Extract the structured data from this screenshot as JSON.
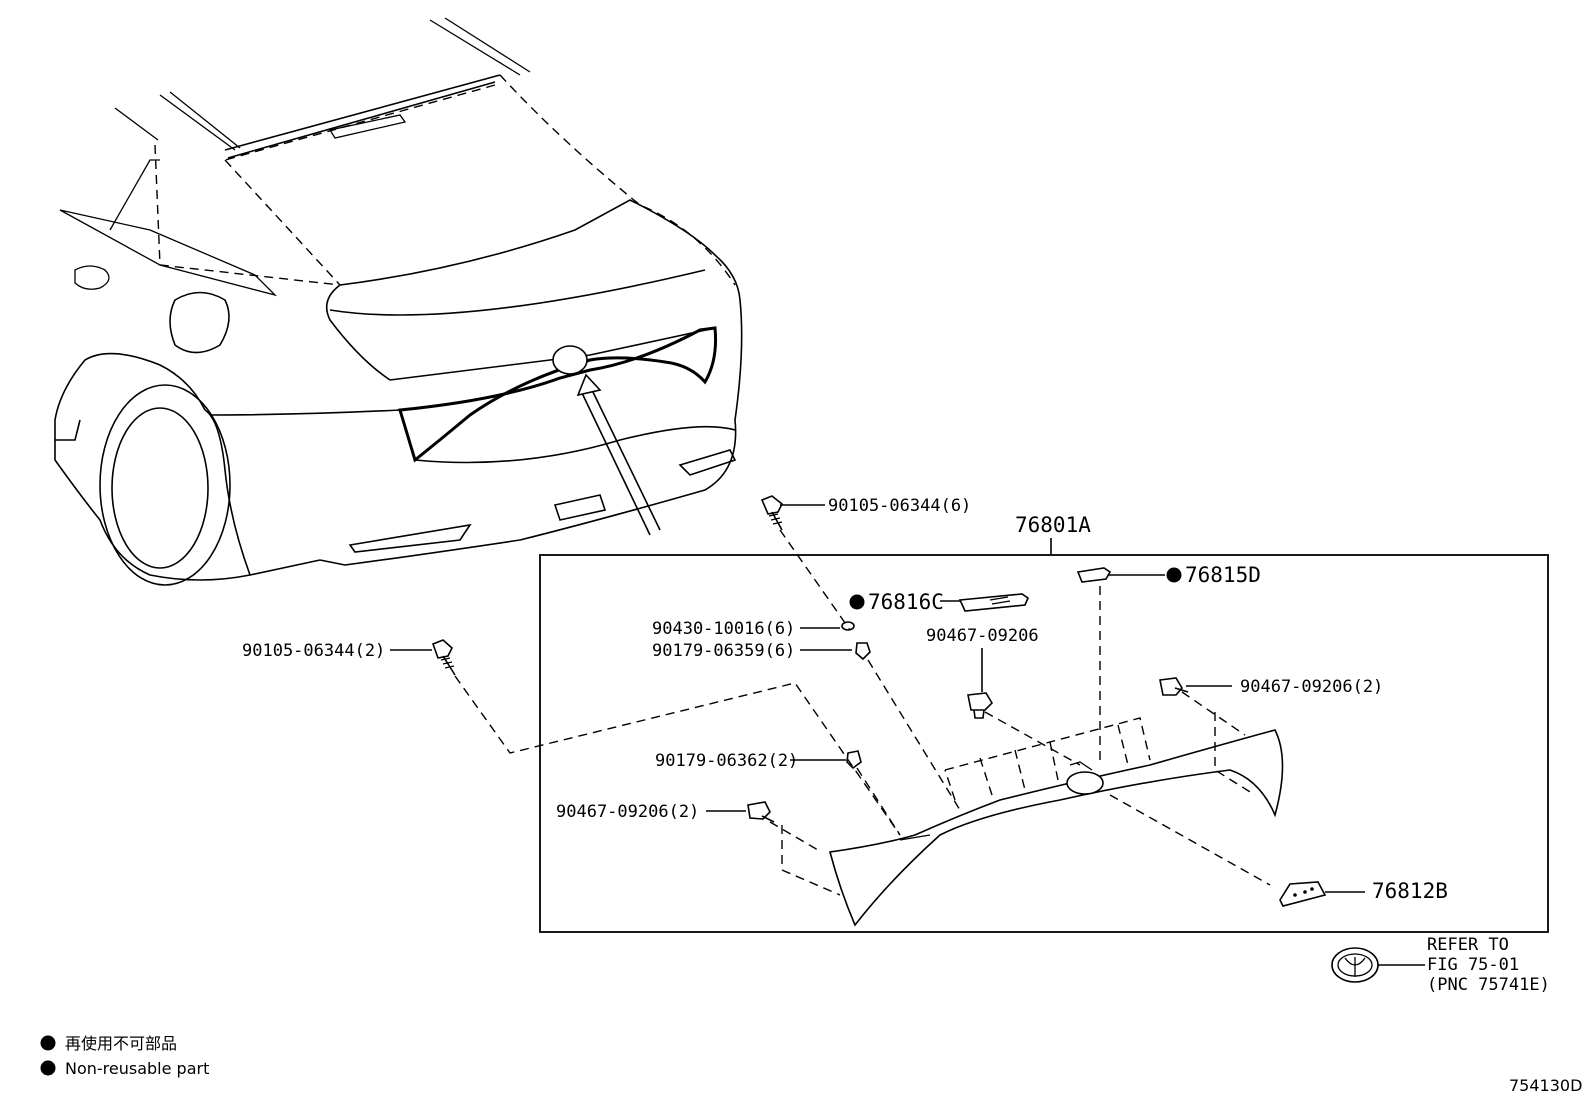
{
  "assembly_label": "76801A",
  "callouts": {
    "bolt_upper": "90105-06344(6)",
    "bolt_left": "90105-06344(2)",
    "washer": "90430-10016(6)",
    "nut": "90179-06359(6)",
    "clip_center_label": "90467-09206",
    "clip_right": "90467-09206(2)",
    "nut_lower": "90179-06362(2)",
    "clip_left": "90467-09206(2)",
    "part_c": "76816C",
    "part_d": "76815D",
    "part_b": "76812B"
  },
  "refer": {
    "line1": "REFER TO",
    "line2": "FIG 75-01",
    "line3": "(PNC 75741E)"
  },
  "legend": {
    "line_ja": "再使用不可部品",
    "line_en": "Non-reusable part"
  },
  "figure_id": "754130D"
}
